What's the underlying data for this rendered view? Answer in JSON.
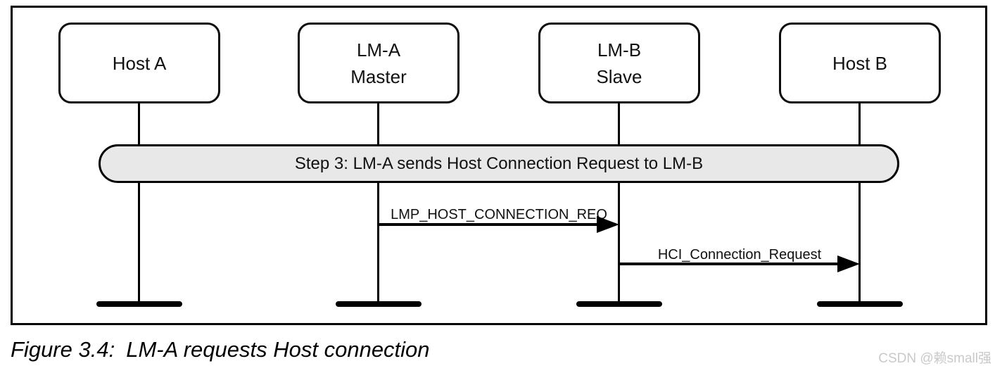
{
  "diagram": {
    "actors": [
      {
        "id": "host-a",
        "lines": [
          "Host A"
        ]
      },
      {
        "id": "lm-a",
        "lines": [
          "LM-A",
          "Master"
        ]
      },
      {
        "id": "lm-b",
        "lines": [
          "LM-B",
          "Slave"
        ]
      },
      {
        "id": "host-b",
        "lines": [
          "Host B"
        ]
      }
    ],
    "banner": {
      "label": "Step 3: LM-A sends Host Connection Request to LM-B",
      "fill": "#e8e8e8"
    },
    "messages": [
      {
        "label": "LMP_HOST_CONNECTION_REQ",
        "from": "lm-a",
        "to": "lm-b"
      },
      {
        "label": "HCI_Connection_Request",
        "from": "lm-b",
        "to": "host-b"
      }
    ]
  },
  "caption": {
    "prefix": "Figure 3.4:",
    "text": "LM-A requests Host connection"
  },
  "watermark": {
    "text": "CSDN @赖small强",
    "color": "#c9c9c9"
  }
}
